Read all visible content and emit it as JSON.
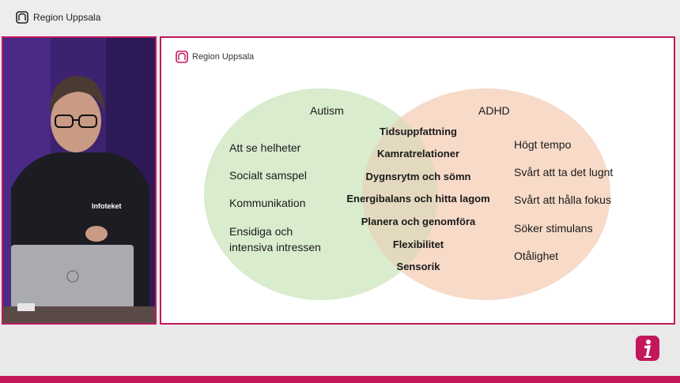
{
  "header": {
    "brand": "Region Uppsala"
  },
  "slide": {
    "brand": "Region Uppsala",
    "venn": {
      "left_title": "Autism",
      "right_title": "ADHD",
      "left_items": [
        "Att se helheter",
        "Socialt samspel",
        "Kommunikation",
        "Ensidiga och",
        "intensiva intressen"
      ],
      "overlap_items": [
        "Tidsuppfattning",
        "Kamratrelationer",
        "Dygnsrytm och sömn",
        "Energibalans och hitta lagom",
        "Planera och genomföra",
        "Flexibilitet",
        "Sensorik"
      ],
      "right_items": [
        "Högt tempo",
        "Svårt att ta det lugnt",
        "Svårt att hålla fokus",
        "Söker stimulans",
        "Otålighet"
      ]
    }
  },
  "video": {
    "hoodie_text": "Infoteket"
  },
  "colors": {
    "accent": "#c2185b",
    "autism_circle": "#d8eccc",
    "adhd_circle": "#f6d8c4",
    "overlap": "#e2d8bc"
  },
  "icons": {
    "logo": "region-uppsala-logo-icon",
    "info": "info-icon"
  }
}
